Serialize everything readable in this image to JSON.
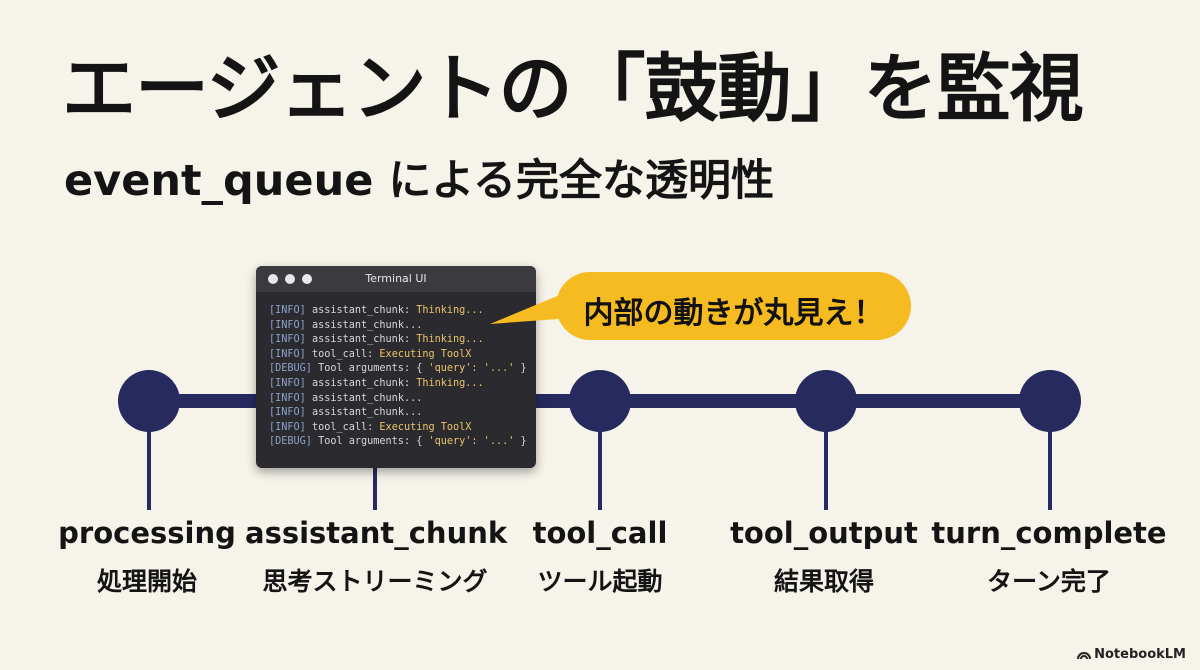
{
  "title": "エージェントの「鼓動」を監視",
  "subtitle": "event_queue による完全な透明性",
  "timeline": [
    {
      "en": "processing",
      "jp": "処理開始"
    },
    {
      "en": "assistant_chunk",
      "jp": "思考ストリーミング"
    },
    {
      "en": "tool_call",
      "jp": "ツール起動"
    },
    {
      "en": "tool_output",
      "jp": "結果取得"
    },
    {
      "en": "turn_complete",
      "jp": "ターン完了"
    }
  ],
  "terminal": {
    "title": "Terminal UI",
    "lines": [
      {
        "level": "[INFO]",
        "text": " assistant_chunk: ",
        "highlight": "Thinking..."
      },
      {
        "level": "[INFO]",
        "text": " assistant_chunk...",
        "highlight": ""
      },
      {
        "level": "[INFO]",
        "text": " assistant_chunk: ",
        "highlight": "Thinking..."
      },
      {
        "level": "[INFO]",
        "text": " tool_call: ",
        "highlight": "Executing ToolX"
      },
      {
        "level": "[DEBUG]",
        "text": " Tool arguments: { ",
        "highlight": "'query': '...'",
        "suffix": " }"
      },
      {
        "level": "[INFO]",
        "text": " assistant_chunk: ",
        "highlight": "Thinking..."
      },
      {
        "level": "[INFO]",
        "text": " assistant_chunk...",
        "highlight": ""
      },
      {
        "level": "[INFO]",
        "text": " assistant_chunk...",
        "highlight": ""
      },
      {
        "level": "[INFO]",
        "text": " tool_call: ",
        "highlight": "Executing ToolX"
      },
      {
        "level": "[DEBUG]",
        "text": " Tool arguments: { ",
        "highlight": "'query': '...'",
        "suffix": " }"
      }
    ]
  },
  "callout": "内部の動きが丸見え！",
  "brand": "NotebookLM",
  "colors": {
    "background": "#f6f3ea",
    "timeline": "#272a5e",
    "callout": "#f7bb22",
    "terminal_bg": "#2b2b2f",
    "highlight": "#e9c46a"
  }
}
